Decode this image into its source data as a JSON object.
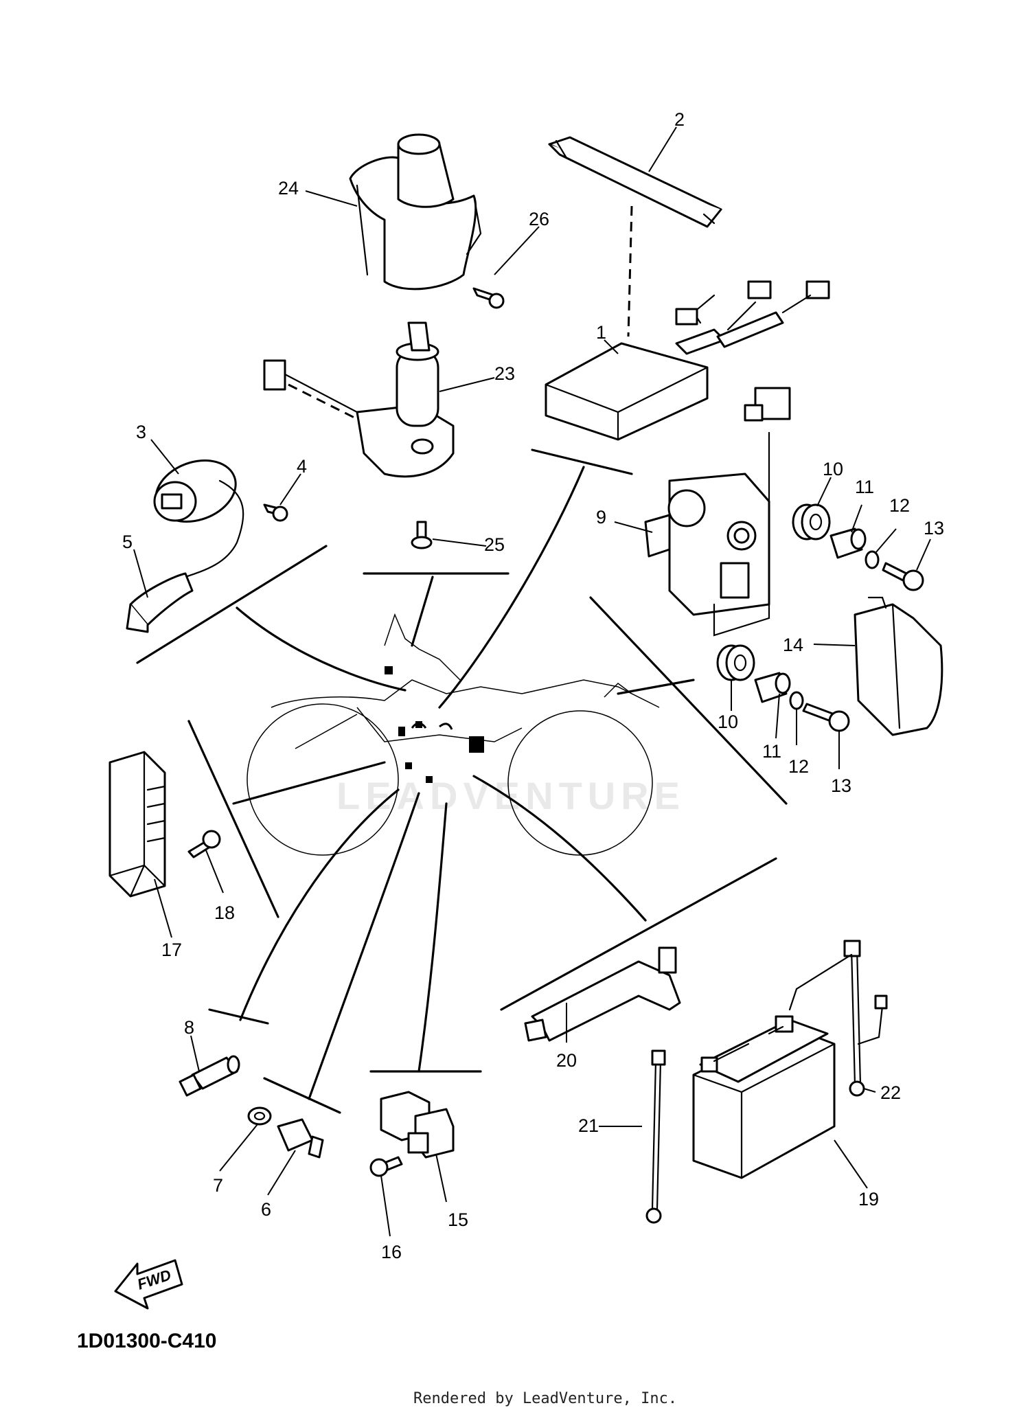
{
  "diagram": {
    "code": "1D01300-C410",
    "credit": "Rendered by LeadVenture, Inc.",
    "watermark": "LEADVENTURE",
    "fwd_label": "FWD"
  },
  "callouts": {
    "c1": "1",
    "c2": "2",
    "c3": "3",
    "c4": "4",
    "c5": "5",
    "c6": "6",
    "c7": "7",
    "c8": "8",
    "c9": "9",
    "c10a": "10",
    "c10b": "10",
    "c11a": "11",
    "c11b": "11",
    "c12a": "12",
    "c12b": "12",
    "c13a": "13",
    "c13b": "13",
    "c14": "14",
    "c15": "15",
    "c16": "16",
    "c17": "17",
    "c18": "18",
    "c19": "19",
    "c20": "20",
    "c21": "21",
    "c22": "22",
    "c23": "23",
    "c24": "24",
    "c25": "25",
    "c26": "26"
  }
}
